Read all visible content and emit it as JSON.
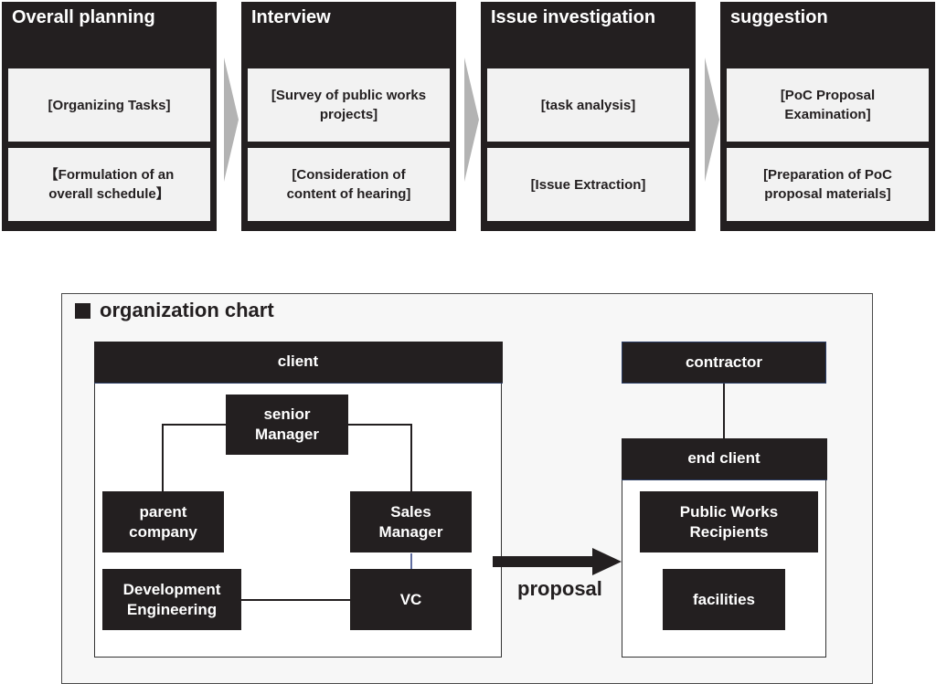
{
  "phases": [
    {
      "title": "Overall planning",
      "tasks": [
        "[Organizing Tasks]",
        "【Formulation of an\noverall schedule】"
      ]
    },
    {
      "title": "Interview",
      "tasks": [
        "[Survey of public works\nprojects]",
        "[Consideration of\ncontent of hearing]"
      ]
    },
    {
      "title": "Issue investigation",
      "tasks": [
        "[task analysis]",
        "[Issue Extraction]"
      ]
    },
    {
      "title": "suggestion",
      "tasks": [
        "[PoC Proposal\nExamination]",
        "[Preparation of PoC\nproposal materials]"
      ]
    }
  ],
  "org_chart": {
    "title": "organization chart",
    "client": {
      "label": "client",
      "nodes": {
        "senior_manager": "senior\nManager",
        "parent_company": "parent\ncompany",
        "sales_manager": "Sales\nManager",
        "development_engineering": "Development\nEngineering",
        "vc": "VC"
      }
    },
    "proposal_label": "proposal",
    "contractor": "contractor",
    "end_client": {
      "label": "end client",
      "nodes": {
        "public_works_recipients": "Public Works\nRecipients",
        "facilities": "facilities"
      }
    }
  },
  "colors": {
    "dark": "#231f20",
    "task_bg": "#f2f2f2",
    "chevron": "#b3b3b3",
    "panel_bg": "#f7f7f7"
  }
}
